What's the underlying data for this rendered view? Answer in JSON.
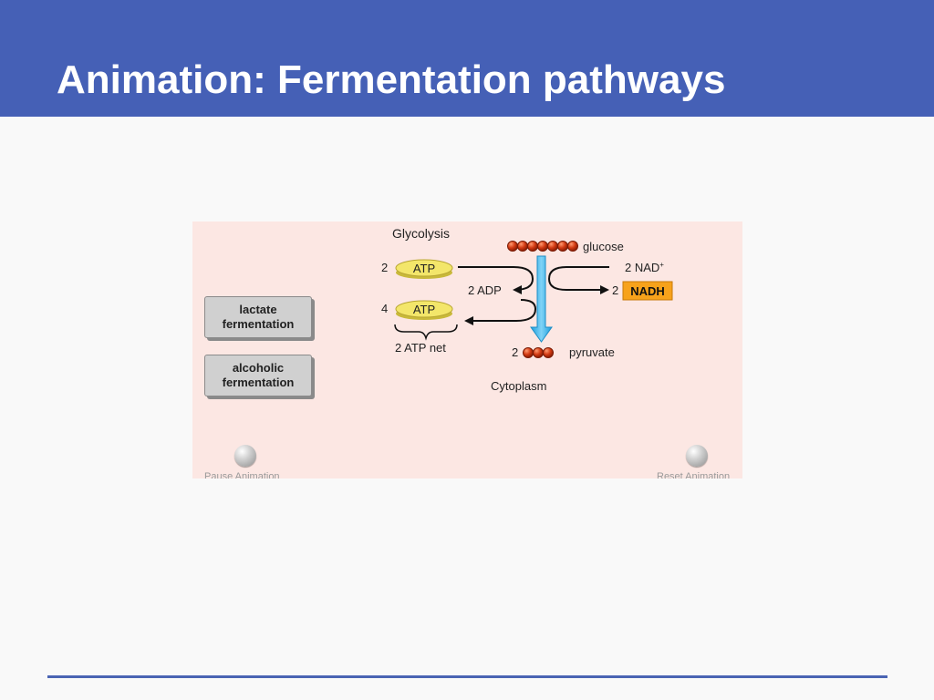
{
  "slide": {
    "title": "Animation: Fermentation pathways"
  },
  "animation": {
    "buttons": {
      "lactate": [
        "lactate",
        "fermentation"
      ],
      "alcoholic": [
        "alcoholic",
        "fermentation"
      ]
    },
    "controls": {
      "pause_label": "Pause Animation",
      "reset_label": "Reset Animation"
    },
    "diagram": {
      "heading": "Glycolysis",
      "glucose_label": "glucose",
      "atp_in_count": "2",
      "atp_label": "ATP",
      "atp_out_count": "4",
      "adp_label": "2 ADP",
      "atp_net_label": "2 ATP net",
      "nad_label": "2 NAD",
      "nad_superscript": "+",
      "nadh_count": "2",
      "nadh_label": "NADH",
      "pyruvate_count": "2",
      "pyruvate_label": "pyruvate",
      "cytoplasm_label": "Cytoplasm"
    },
    "colors": {
      "header_blue": "#4560b6",
      "panel_pink": "#fce7e3",
      "atp_yellow": "#f3e66a",
      "nadh_orange": "#f7a21b",
      "arrow_cyan": "#3cb4ea",
      "molecule_red": "#c83010"
    }
  }
}
